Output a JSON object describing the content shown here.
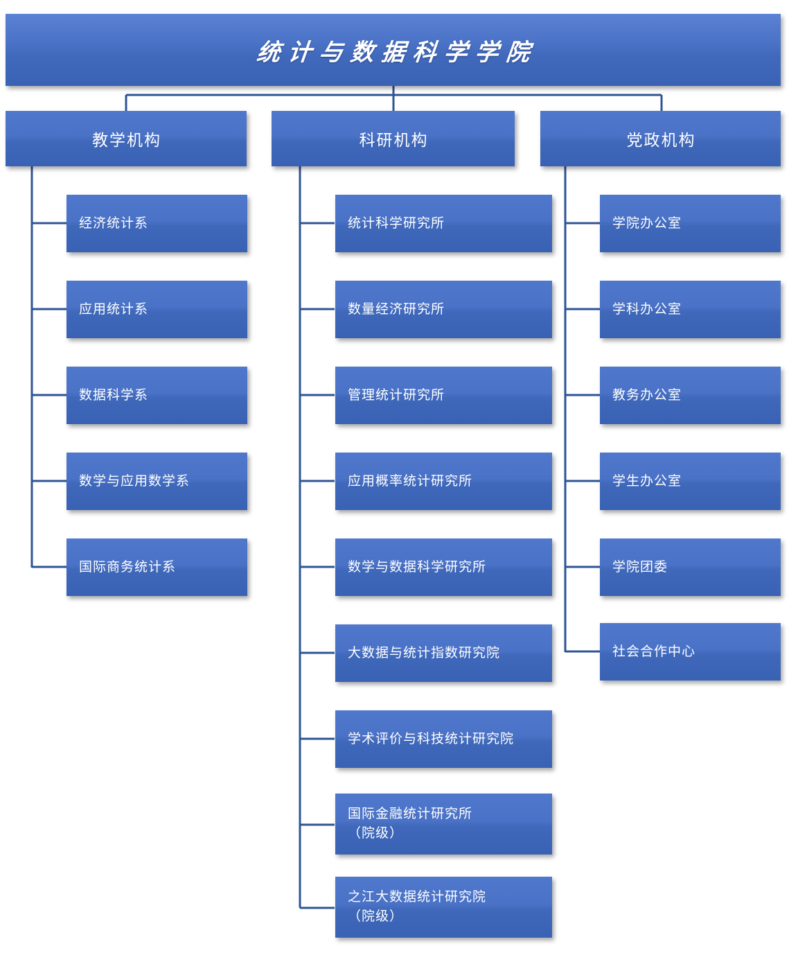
{
  "theme": {
    "background": "#ffffff",
    "box_fill_top": "#4f78cd",
    "box_fill_bottom": "#3a62b4",
    "connector_color": "#2e5496",
    "text_color": "#ffffff"
  },
  "root": {
    "title": "统计与数据科学学院"
  },
  "columns": [
    {
      "id": "teaching",
      "category": "教学机构",
      "children": [
        {
          "label": "经济统计系"
        },
        {
          "label": "应用统计系"
        },
        {
          "label": "数据科学系"
        },
        {
          "label": "数学与应用数学系"
        },
        {
          "label": "国际商务统计系"
        }
      ]
    },
    {
      "id": "research",
      "category": "科研机构",
      "children": [
        {
          "label": "统计科学研究所"
        },
        {
          "label": "数量经济研究所"
        },
        {
          "label": "管理统计研究所"
        },
        {
          "label": "应用概率统计研究所"
        },
        {
          "label": "数学与数据科学研究所"
        },
        {
          "label": "大数据与统计指数研究院"
        },
        {
          "label": "学术评价与科技统计研究院"
        },
        {
          "label": "国际金融统计研究所\n（院级）"
        },
        {
          "label": "之江大数据统计研究院\n（院级）"
        }
      ]
    },
    {
      "id": "party-admin",
      "category": "党政机构",
      "children": [
        {
          "label": "学院办公室"
        },
        {
          "label": "学科办公室"
        },
        {
          "label": "教务办公室"
        },
        {
          "label": "学生办公室"
        },
        {
          "label": "学院团委"
        },
        {
          "label": "社会合作中心"
        }
      ]
    }
  ]
}
